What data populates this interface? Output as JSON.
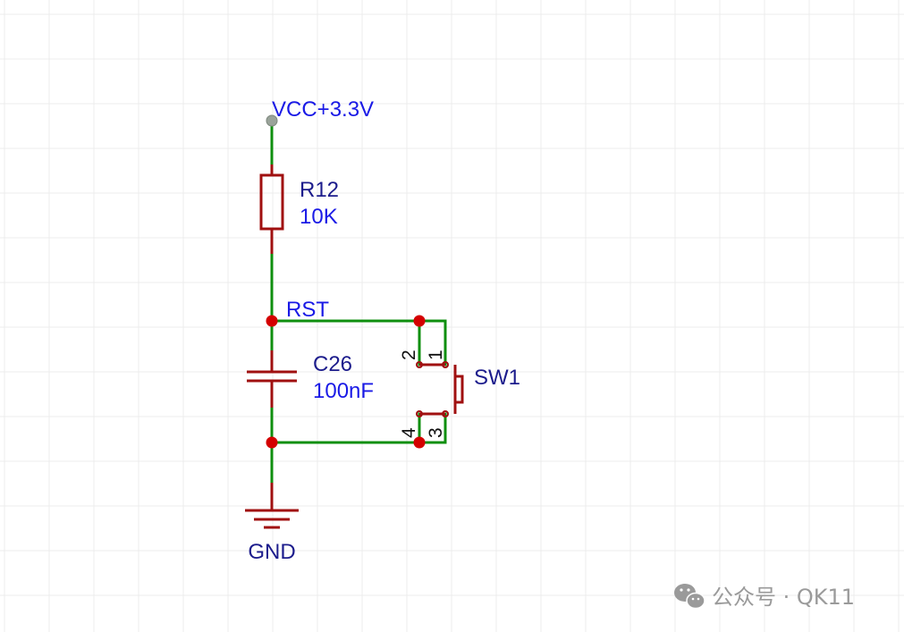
{
  "power": {
    "label": "VCC+3.3V"
  },
  "net": {
    "label": "RST"
  },
  "resistor": {
    "designator": "R12",
    "value": "10K"
  },
  "capacitor": {
    "designator": "C26",
    "value": "100nF"
  },
  "switch": {
    "designator": "SW1",
    "pins": [
      "1",
      "2",
      "3",
      "4"
    ]
  },
  "ground": {
    "label": "GND"
  },
  "watermark": {
    "text": "公众号 · QK11",
    "icon": "wechat-icon"
  },
  "colors": {
    "wire": "#0f8f0f",
    "component": "#a01010",
    "junction": "#d40000",
    "label_blue": "#1a1ae6",
    "label_navy": "#1c1c8c",
    "grid": "#ececec"
  }
}
